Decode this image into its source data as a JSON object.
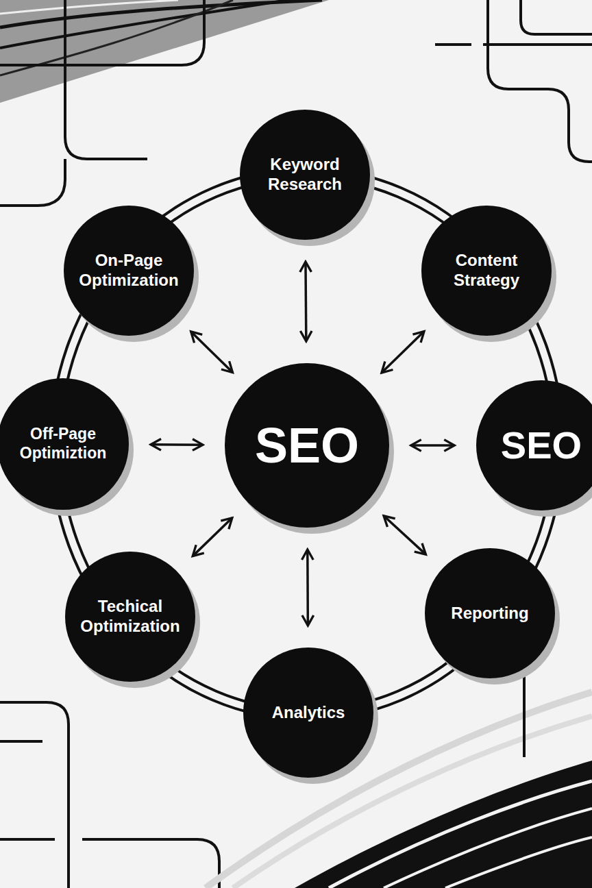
{
  "diagram": {
    "nodes": [
      {
        "text": [
          "Keyword Research"
        ]
      },
      {
        "text": [
          "On-Page Optimization"
        ]
      },
      {
        "text": [
          "Content Strategy"
        ]
      },
      {
        "text": [
          "Off-Page Optimiztion"
        ]
      },
      {
        "text": [
          "SEO"
        ]
      },
      {
        "text": [
          "SEO"
        ]
      },
      {
        "text": [
          "Techical Optimization"
        ]
      },
      {
        "text": [
          "Reporting"
        ]
      },
      {
        "text": [
          "Analytics"
        ]
      }
    ],
    "edges": [
      {
        "from": 4,
        "to": 0,
        "arrow": "both"
      },
      {
        "from": 4,
        "to": 2,
        "arrow": "both"
      },
      {
        "from": 4,
        "to": 5,
        "arrow": "both"
      },
      {
        "from": 4,
        "to": 7,
        "arrow": "both"
      },
      {
        "from": 4,
        "to": 8,
        "arrow": "both"
      },
      {
        "from": 4,
        "to": 6,
        "arrow": "both"
      },
      {
        "from": 4,
        "to": 3,
        "arrow": "both"
      },
      {
        "from": 4,
        "to": 1,
        "arrow": "both"
      }
    ]
  }
}
